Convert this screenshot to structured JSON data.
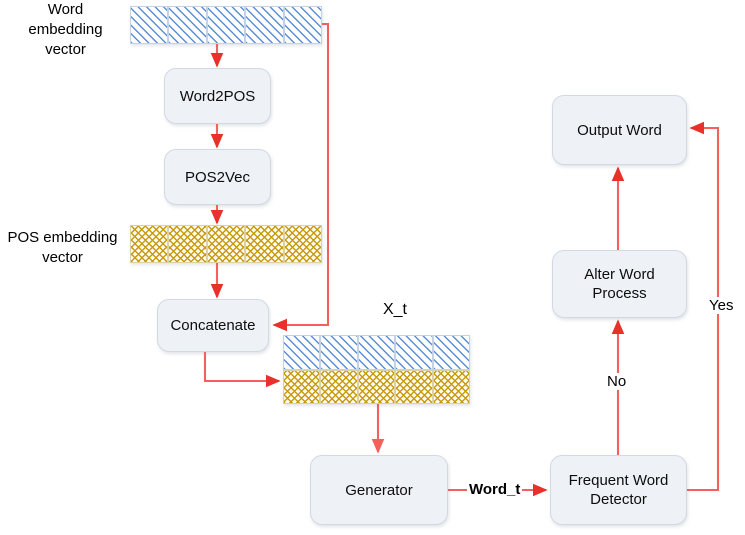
{
  "diagram": {
    "title": "Word/POS embedding generation and frequent-word alteration pipeline",
    "accent_color": "#f4605a",
    "node_fill": "#eef1f6",
    "node_border": "#d2d9e3",
    "blue_hatch_color": "#5b8ed6",
    "gold_hatch_color": "#c79a10"
  },
  "labels": {
    "word_embedding_vector": "Word\nembedding\nvector",
    "pos_embedding_vector": "POS embedding\nvector",
    "x_t": "X_t"
  },
  "nodes": {
    "word2pos": "Word2POS",
    "pos2vec": "POS2Vec",
    "concatenate": "Concatenate",
    "generator": "Generator",
    "frequent_word_detector": "Frequent Word\nDetector",
    "alter_word_process": "Alter Word\nProcess",
    "output_word": "Output Word"
  },
  "edge_labels": {
    "word_t": "Word_t",
    "no": "No",
    "yes": "Yes"
  },
  "vectors": {
    "word_embedding": {
      "rows": 1,
      "cells": 5,
      "pattern": "blue-diagonal-hatch"
    },
    "pos_embedding": {
      "rows": 1,
      "cells": 5,
      "pattern": "gold-cross-hatch"
    },
    "x_t": {
      "rows": 2,
      "cells": 5,
      "pattern_top": "blue-diagonal-hatch",
      "pattern_bottom": "gold-cross-hatch"
    }
  }
}
